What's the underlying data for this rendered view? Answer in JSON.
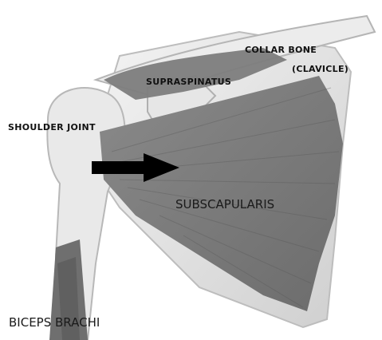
{
  "labels": {
    "collar_bone": "COLLAR BONE",
    "clavicle": "(CLAVICLE)",
    "supraspinatus": "SUPRASPINATUS",
    "shoulder_joint": "SHOULDER JOINT",
    "subscapularis": "SUBSCAPULARIS",
    "biceps_brachi": "BICEPS BRACHI"
  },
  "colors": {
    "muscle": "#7a7a7a",
    "muscle_dark": "#5e5e5e",
    "bone": "#ececec",
    "bone_shadow": "#c9c9c9",
    "arrow": "#000000",
    "background": "#ffffff"
  },
  "arrow_direction": "right"
}
